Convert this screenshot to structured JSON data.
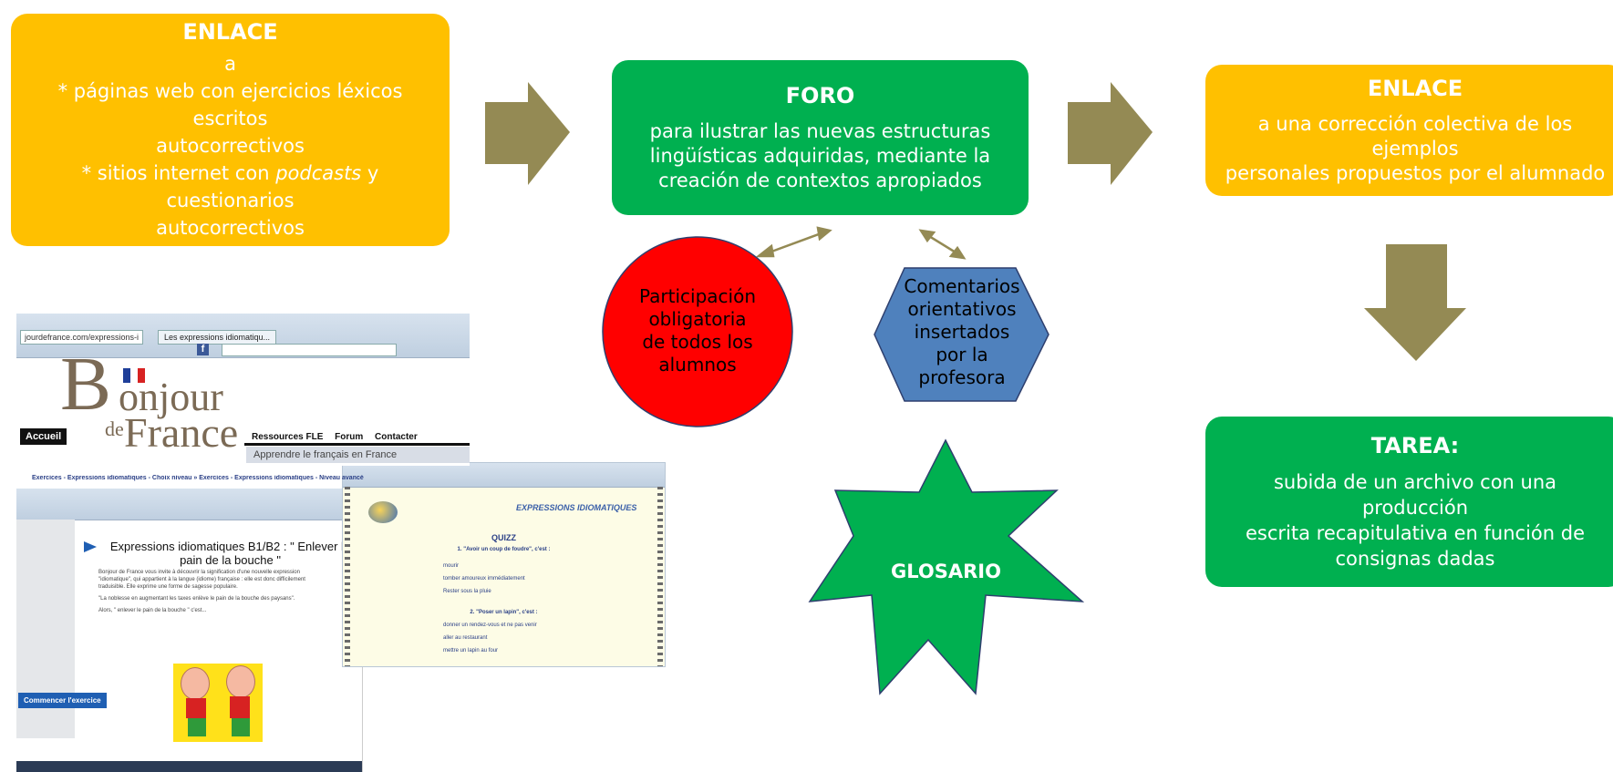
{
  "boxes": {
    "enlace_top": {
      "title": "ENLACE",
      "line1": "a",
      "line2": "* páginas web con ejercicios léxicos escritos",
      "line3": "autocorrectivos",
      "line4_pre": "* sitios internet con ",
      "line4_em": "podcasts",
      "line4_post": " y cuestionarios",
      "line5": "autocorrectivos"
    },
    "foro": {
      "title": "FORO",
      "line1": "para ilustrar las nuevas estructuras",
      "line2": "lingüísticas adquiridas,  mediante la",
      "line3": "creación de contextos apropiados"
    },
    "enlace_right": {
      "title": "ENLACE",
      "line1": "a una corrección colectiva de los ejemplos",
      "line2": "personales propuestos por el alumnado"
    },
    "tarea": {
      "title": "TAREA:",
      "line1": "subida de un archivo con una producción",
      "line2": "escrita recapitulativa en función de",
      "line3": "consignas dadas"
    }
  },
  "circle": {
    "line1": "Participación",
    "line2": "obligatoria",
    "line3": "de todos los",
    "line4": "alumnos"
  },
  "hexagon": {
    "line1": "Comentarios",
    "line2": "orientativos",
    "line3": "insertados",
    "line4": "por la",
    "line5": "profesora"
  },
  "star": {
    "label": "GLOSARIO"
  },
  "screenshots": {
    "main": {
      "url": "jourdefrance.com/expressions-i",
      "tab": "Les expressions idiomatiqu...",
      "fb": "f",
      "logo_b": "B",
      "logo_onjour": "onjour",
      "logo_de": "de",
      "logo_france": "France",
      "accueil": "Accueil",
      "nav": [
        "Ressources FLE",
        "Forum",
        "Contacter"
      ],
      "tagline": "Apprendre le français en France"
    },
    "exercise": {
      "breadcrumb": "Exercices - Expressions idiomatiques - Choix niveau » Exercices - Expressions idiomatiques - Niveau avancé",
      "title": "Expressions idiomatiques B1/B2 : \" Enlever le pain de la bouche \"",
      "text1": "Bonjour de France vous invite à découvrir la signification d'une nouvelle expression \"idiomatique\", qui appartient à la langue (idiome) française : elle est donc difficilement traduisible. Elle exprime une forme de sagesse populaire.",
      "text2": "\"La noblesse en augmentant les taxes enlève le pain de la bouche des paysans\".",
      "text3": "Alors, \" enlever le pain de la bouche \" c'est...",
      "button": "Commencer l'exercice"
    },
    "quiz": {
      "header": "EXPRESSIONS IDIOMATIQUES",
      "heading": "QUIZZ",
      "q1": "1. \"Avoir un coup de foudre\", c'est :",
      "q1_options": [
        "mourir",
        "tomber amoureux immédiatement",
        "Rester sous la pluie"
      ],
      "q2": "2. \"Poser un lapin\", c'est :",
      "q2_options": [
        "donner un rendez-vous et ne pas venir",
        "aller au restaurant",
        "mettre un lapin au four"
      ]
    }
  },
  "colors": {
    "yellow": "#ffc000",
    "green": "#00b050",
    "red": "#ff0000",
    "blue": "#4f81bd",
    "arrow": "#948a54"
  }
}
